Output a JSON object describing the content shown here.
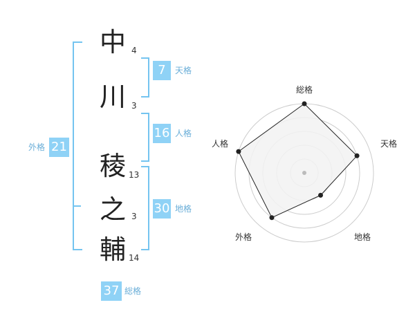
{
  "name": {
    "chars": [
      {
        "char": "中",
        "strokes": "4"
      },
      {
        "char": "川",
        "strokes": "3"
      },
      {
        "char": "稜",
        "strokes": "13"
      },
      {
        "char": "之",
        "strokes": "3"
      },
      {
        "char": "輔",
        "strokes": "14"
      }
    ]
  },
  "fortunes": {
    "tenkaku": {
      "value": "7",
      "label": "天格"
    },
    "jinkaku": {
      "value": "16",
      "label": "人格"
    },
    "chikaku": {
      "value": "30",
      "label": "地格"
    },
    "gaikaku": {
      "value": "21",
      "label": "外格"
    },
    "soukaku": {
      "value": "37",
      "label": "総格"
    }
  },
  "chart_data": {
    "type": "radar",
    "axes": [
      "総格",
      "天格",
      "地格",
      "外格",
      "人格"
    ],
    "values": [
      5,
      4,
      2,
      4,
      5
    ],
    "max": 5,
    "rings": 5,
    "colors": {
      "fill": "#f2f2f2",
      "stroke": "#222222",
      "point": "#222222",
      "center": "#bbbbbb"
    }
  }
}
